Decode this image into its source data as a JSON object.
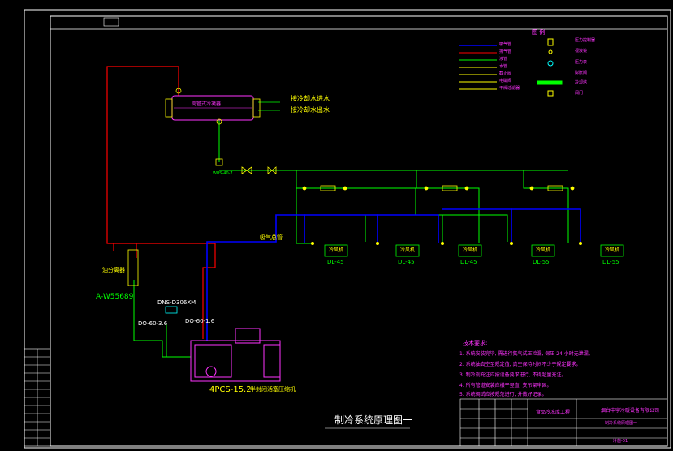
{
  "drawing": {
    "title": "制冷系统原理图一",
    "compressor_label": "4PCS-15.2",
    "compressor_desc": "半封闭活塞压缩机",
    "receiver_label": "A-W55689",
    "receiver_desc": "油分离器",
    "filter_label": "DNS-D306XM",
    "valve_left": "DO-60-3.6",
    "valve_right": "DO-60-1.6",
    "condenser_desc": "壳管式冷凝器",
    "water_in": "接冷却水进水",
    "water_out": "接冷却水出水",
    "expansion_label": "WBS-40-7",
    "evap_main_pipe": "吸气总管",
    "evaporators": [
      {
        "unit": "冷风机",
        "model": "DL-45"
      },
      {
        "unit": "冷风机",
        "model": "DL-45"
      },
      {
        "unit": "冷风机",
        "model": "DL-45"
      },
      {
        "unit": "冷风机",
        "model": "DL-55"
      },
      {
        "unit": "冷风机",
        "model": "DL-55"
      }
    ]
  },
  "legend": {
    "title": "图 例",
    "items_left": [
      "吸气管",
      "排气管",
      "液管",
      "水管",
      "截止阀",
      "电磁阀",
      "干燥过滤器"
    ],
    "items_right": [
      "压力控制器",
      "视液镜",
      "压力表",
      "膨胀阀",
      "冷却塔",
      "阀门"
    ]
  },
  "notes": {
    "title": "技术要求:",
    "lines": [
      "1. 系统安装完毕, 需进行氮气试压检漏, 保压 24 小时无泄漏。",
      "2. 系统抽真空至规定值, 真空保持时间不少于规定要求。",
      "3. 制冷剂充注应按设备要求进行, 不得超量充注。",
      "4. 所有管道安装应横平竖直, 支吊架牢固。",
      "5. 系统调试应按规范进行, 并做好记录。"
    ]
  },
  "title_block": {
    "project": "食品冷冻库工程",
    "company": "烟台中宇冷暖设备有限公司",
    "drawing_name": "制冷系统原理图一",
    "drawing_no": "冷施-01"
  },
  "colors": {
    "background": "#000000",
    "suction": "#0000ff",
    "discharge": "#ff0000",
    "liquid": "#00ff00",
    "frame": "#ffffff",
    "text_yellow": "#ffff00",
    "text_magenta": "#ff33ff"
  }
}
